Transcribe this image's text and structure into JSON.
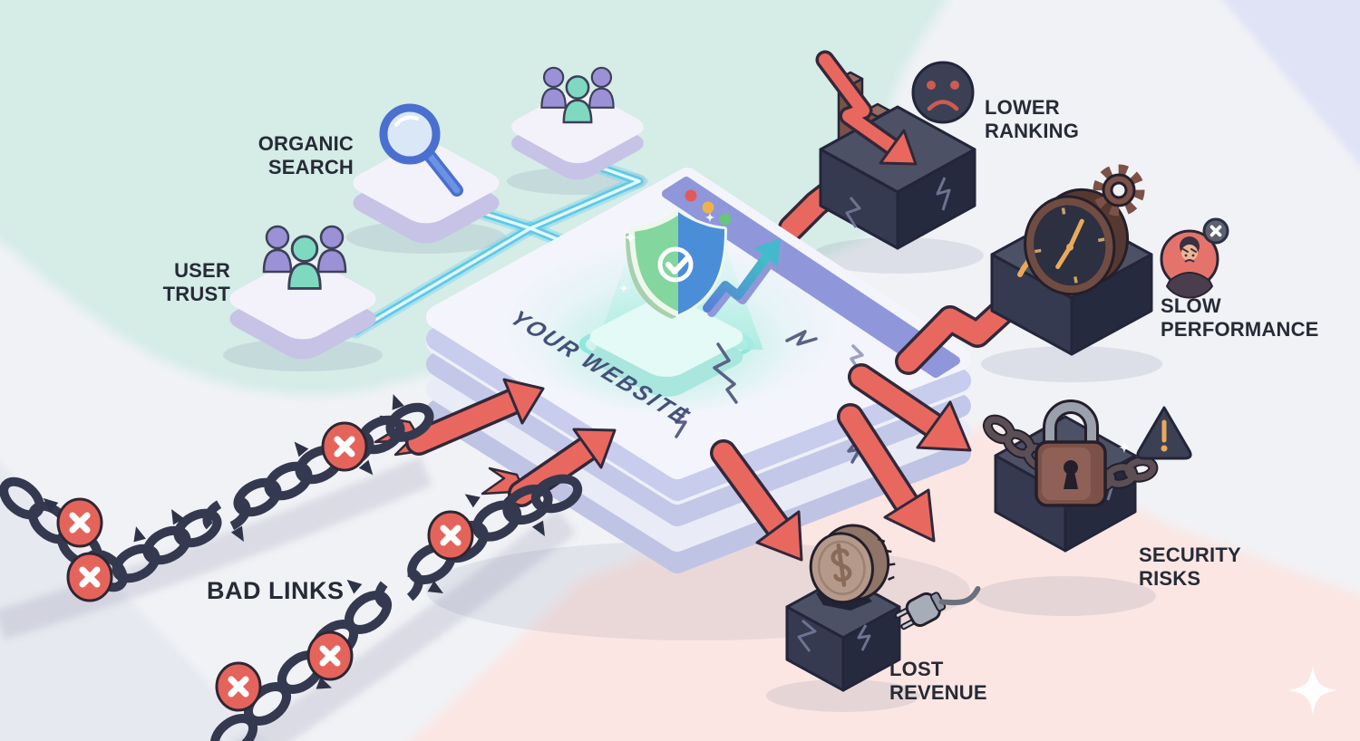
{
  "colors": {
    "ink": "#262b36",
    "accent_red": "#e8685f",
    "mint_bg": "#d5ece7",
    "pink_bg": "#fbe6e3",
    "lavender_bg": "#e0e3f6",
    "tube_cyan": "#5fc9e8",
    "shield_green": "#83d69d",
    "shield_blue": "#4b8ed8",
    "website_text": "#44517a",
    "dark_block": "#3c4054",
    "browser_bar": "#8f96da"
  },
  "website": {
    "label": "YOUR WEBSITE",
    "icons": [
      "shield-check-icon",
      "growth-arrow-icon",
      "browser-dots-icon",
      "crack-icon"
    ]
  },
  "inputs": [
    {
      "id": "organic-search",
      "label": "ORGANIC\nSEARCH",
      "icon": "magnifier-icon"
    },
    {
      "id": "user-trust",
      "label": "USER\nTRUST",
      "icon": "people-group-icon"
    },
    {
      "id": "visitors",
      "icon": "people-group-icon"
    }
  ],
  "threat": {
    "label": "BAD LINKS",
    "icon": "spiked-chain-icon",
    "x_badge_count": 6
  },
  "consequences": [
    {
      "id": "lower-ranking",
      "label": "LOWER\nRANKING",
      "icons": [
        "declining-bars-icon",
        "down-trend-arrow-icon",
        "sad-face-icon"
      ]
    },
    {
      "id": "slow-performance",
      "label": "SLOW\nPERFORMANCE",
      "icons": [
        "clock-icon",
        "gear-icon",
        "angry-user-avatar-icon",
        "x-badge-icon"
      ]
    },
    {
      "id": "security-risks",
      "label": "SECURITY\nRISKS",
      "icons": [
        "padlock-icon",
        "chain-icon",
        "warning-triangle-icon"
      ]
    },
    {
      "id": "lost-revenue",
      "label": "LOST\nREVENUE",
      "icons": [
        "coin-icon",
        "unplugged-plug-icon"
      ]
    }
  ]
}
